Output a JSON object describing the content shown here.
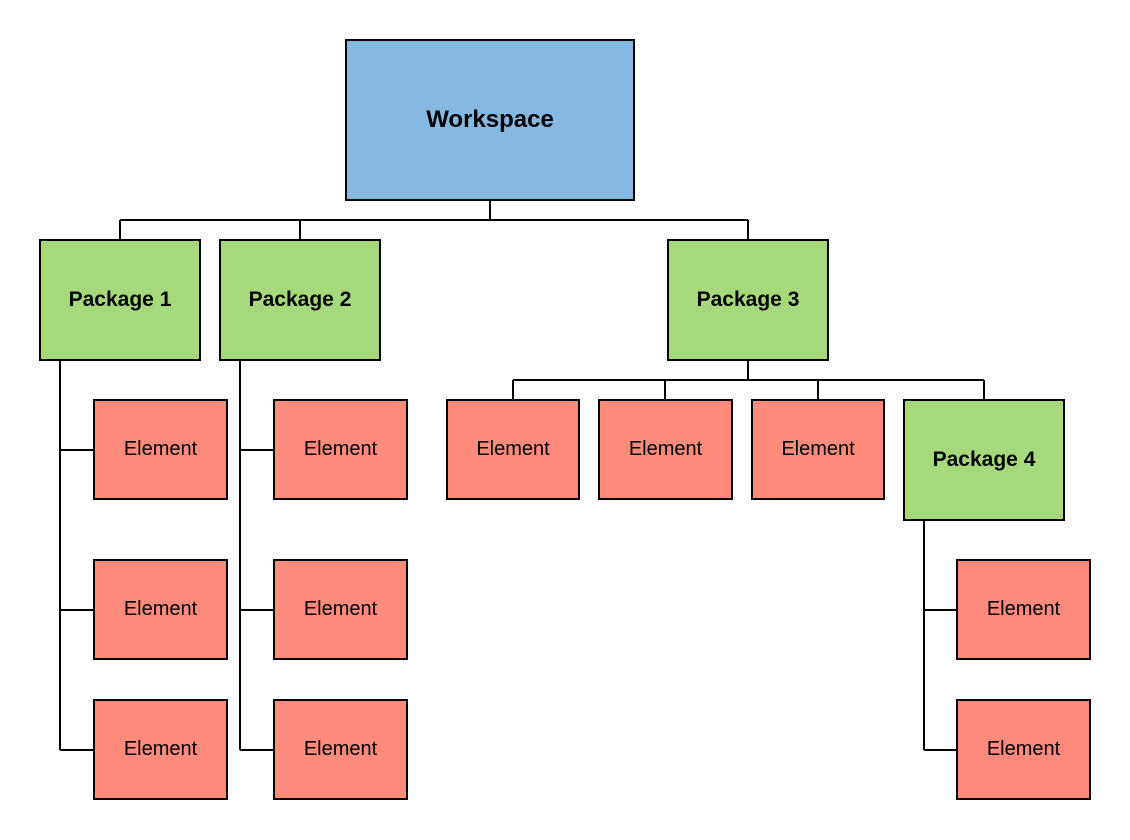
{
  "colors": {
    "workspace": "#85B8E3",
    "package": "#A5D97B",
    "element": "#FC8B7C",
    "stroke": "#000000"
  },
  "workspace": {
    "label": "Workspace"
  },
  "packages": [
    {
      "label": "Package 1",
      "elements": [
        "Element",
        "Element",
        "Element"
      ]
    },
    {
      "label": "Package 2",
      "elements": [
        "Element",
        "Element",
        "Element"
      ]
    },
    {
      "label": "Package 3",
      "elements": [
        "Element",
        "Element",
        "Element"
      ]
    },
    {
      "label": "Package 4",
      "elements": [
        "Element",
        "Element"
      ]
    }
  ]
}
